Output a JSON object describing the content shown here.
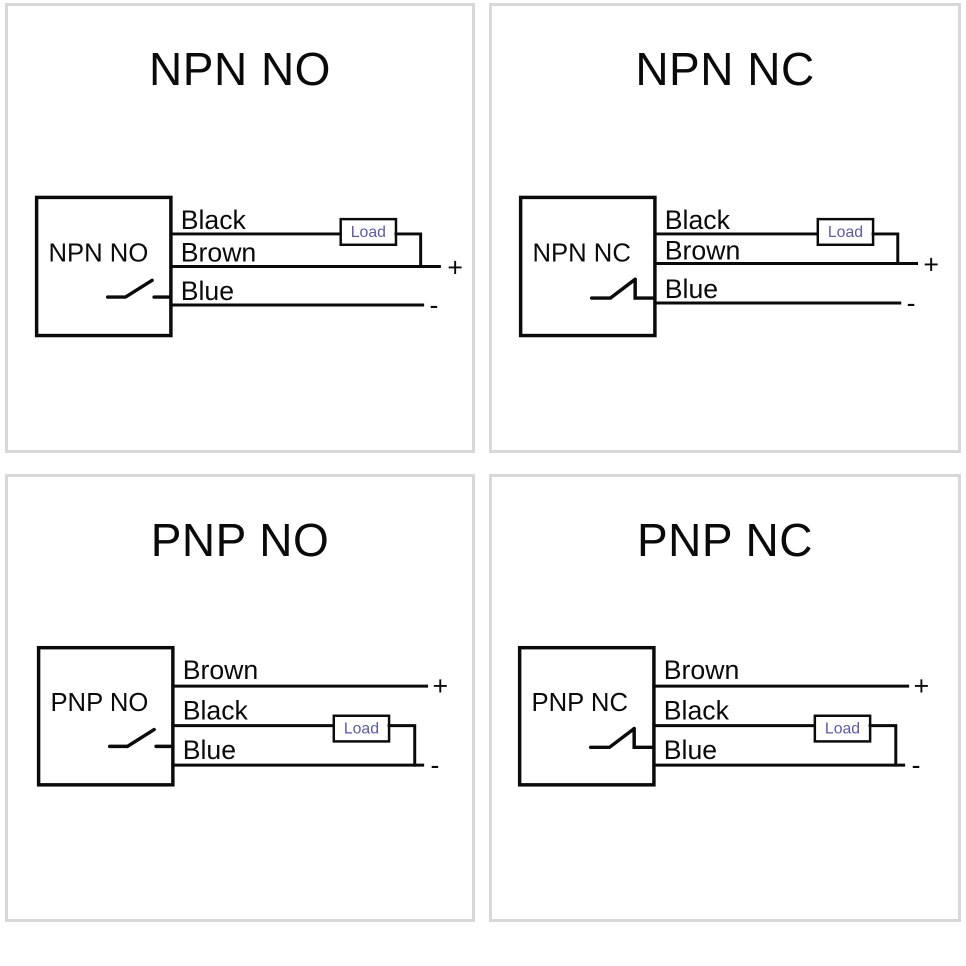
{
  "page": {
    "background": "#ffffff",
    "panel_border_color": "#d8d8d8",
    "line_color": "#0a0a0a",
    "load_text_color": "#5b59b0"
  },
  "panels": [
    {
      "id": "npn-no",
      "title": "NPN NO",
      "sensor_label": "NPN NO",
      "switch_type": "normally-open",
      "wires": [
        {
          "name": "black",
          "label": "Black",
          "has_load": true,
          "terminal": ""
        },
        {
          "name": "brown",
          "label": "Brown",
          "has_load": false,
          "terminal": "+"
        },
        {
          "name": "blue",
          "label": "Blue",
          "has_load": false,
          "terminal": "-"
        }
      ],
      "load_label": "Load",
      "terminal_plus": "+",
      "terminal_minus": "-"
    },
    {
      "id": "npn-nc",
      "title": "NPN NC",
      "sensor_label": "NPN NC",
      "switch_type": "normally-closed",
      "wires": [
        {
          "name": "black",
          "label": "Black",
          "has_load": true,
          "terminal": ""
        },
        {
          "name": "brown",
          "label": "Brown",
          "has_load": false,
          "terminal": "+"
        },
        {
          "name": "blue",
          "label": "Blue",
          "has_load": false,
          "terminal": "-"
        }
      ],
      "load_label": "Load",
      "terminal_plus": "+",
      "terminal_minus": "-"
    },
    {
      "id": "pnp-no",
      "title": "PNP NO",
      "sensor_label": "PNP NO",
      "switch_type": "normally-open",
      "wires": [
        {
          "name": "brown",
          "label": "Brown",
          "has_load": false,
          "terminal": "+"
        },
        {
          "name": "black",
          "label": "Black",
          "has_load": true,
          "terminal": ""
        },
        {
          "name": "blue",
          "label": "Blue",
          "has_load": false,
          "terminal": "-"
        }
      ],
      "load_label": "Load",
      "terminal_plus": "+",
      "terminal_minus": "-"
    },
    {
      "id": "pnp-nc",
      "title": "PNP NC",
      "sensor_label": "PNP NC",
      "switch_type": "normally-closed",
      "wires": [
        {
          "name": "brown",
          "label": "Brown",
          "has_load": false,
          "terminal": "+"
        },
        {
          "name": "black",
          "label": "Black",
          "has_load": true,
          "terminal": ""
        },
        {
          "name": "blue",
          "label": "Blue",
          "has_load": false,
          "terminal": "-"
        }
      ],
      "load_label": "Load",
      "terminal_plus": "+",
      "terminal_minus": "-"
    }
  ]
}
